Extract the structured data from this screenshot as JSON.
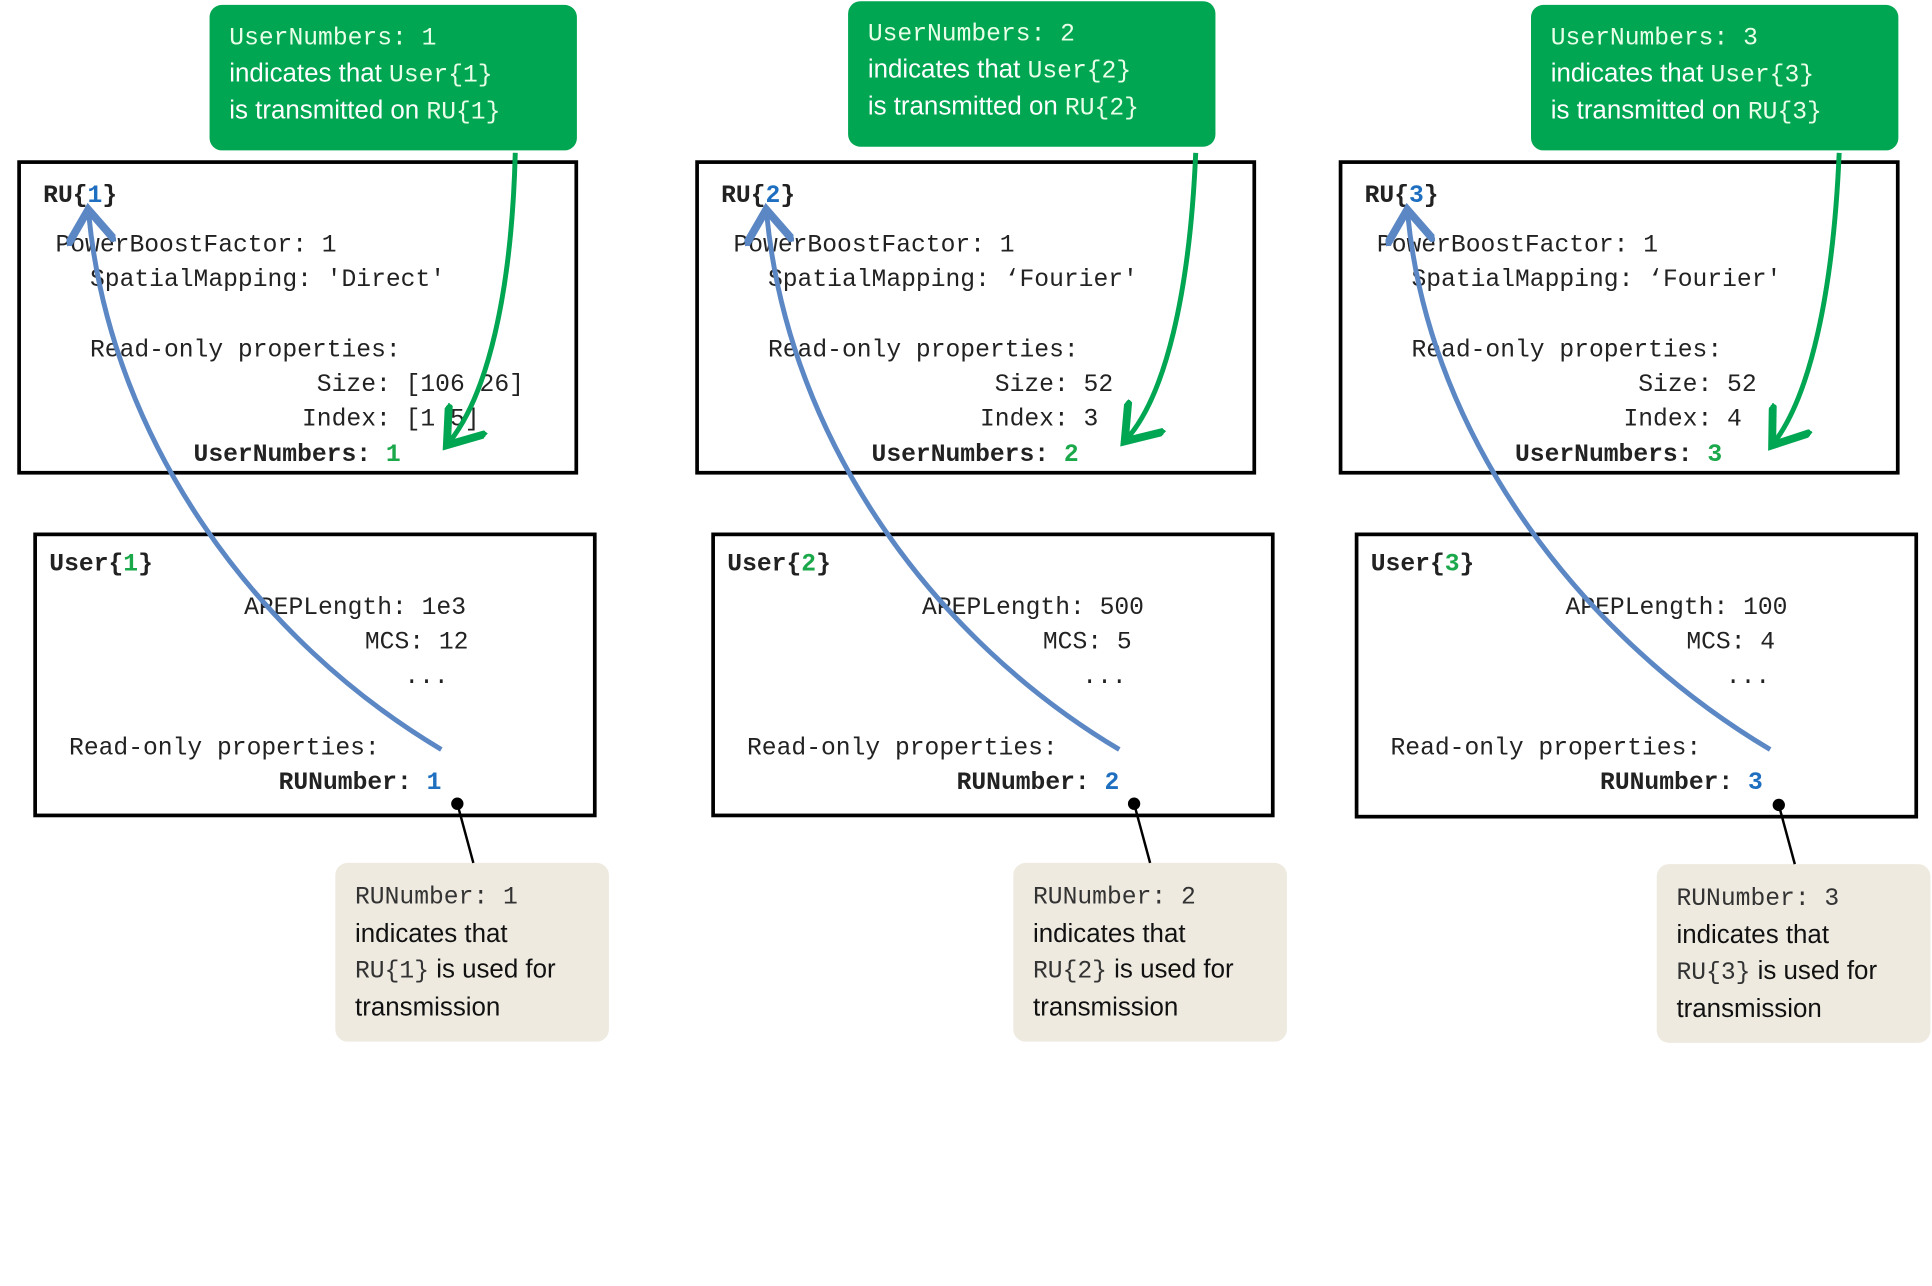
{
  "ru": [
    {
      "title_prefix": "RU{",
      "title_num": "1",
      "title_suffix": "}",
      "power_line": "PowerBoostFactor: 1",
      "spatial_line": "SpatialMapping: 'Direct'",
      "readonly_label": "Read-only properties:",
      "size_line": "Size: [106 26]",
      "index_line": "Index: [1 5]",
      "usernumbers_label": "UserNumbers:",
      "usernumbers_value": "1"
    },
    {
      "title_prefix": "RU{",
      "title_num": "2",
      "title_suffix": "}",
      "power_line": "PowerBoostFactor: 1",
      "spatial_line": "SpatialMapping: ‘Fourier'",
      "readonly_label": "Read-only properties:",
      "size_line": "Size: 52",
      "index_line": "Index: 3",
      "usernumbers_label": "UserNumbers:",
      "usernumbers_value": "2"
    },
    {
      "title_prefix": "RU{",
      "title_num": "3",
      "title_suffix": "}",
      "power_line": "PowerBoostFactor: 1",
      "spatial_line": "SpatialMapping: ‘Fourier'",
      "readonly_label": "Read-only properties:",
      "size_line": "Size: 52",
      "index_line": "Index: 4",
      "usernumbers_label": "UserNumbers:",
      "usernumbers_value": "3"
    }
  ],
  "user": [
    {
      "title_prefix": "User{",
      "title_num": "1",
      "title_suffix": "}",
      "apep_line": "APEPLength: 1e3",
      "mcs_line": "MCS: 12",
      "ellipsis": "...",
      "readonly_label": "Read-only properties:",
      "runumber_label": "RUNumber:",
      "runumber_value": "1"
    },
    {
      "title_prefix": "User{",
      "title_num": "2",
      "title_suffix": "}",
      "apep_line": "APEPLength: 500",
      "mcs_line": "MCS: 5",
      "ellipsis": "...",
      "readonly_label": "Read-only properties:",
      "runumber_label": "RUNumber:",
      "runumber_value": "2"
    },
    {
      "title_prefix": "User{",
      "title_num": "3",
      "title_suffix": "}",
      "apep_line": "APEPLength: 100",
      "mcs_line": "MCS: 4",
      "ellipsis": "...",
      "readonly_label": "Read-only properties:",
      "runumber_label": "RUNumber:",
      "runumber_value": "3"
    }
  ],
  "green_callouts": [
    {
      "code_line": "UserNumbers: 1",
      "text_a": "indicates that ",
      "code_a": "User{1}",
      "text_b": "is transmitted on ",
      "code_b": "RU{1}"
    },
    {
      "code_line": "UserNumbers: 2",
      "text_a": "indicates that ",
      "code_a": "User{2}",
      "text_b": "is transmitted on ",
      "code_b": "RU{2}"
    },
    {
      "code_line": "UserNumbers: 3",
      "text_a": "indicates that ",
      "code_a": "User{3}",
      "text_b": "is transmitted on ",
      "code_b": "RU{3}"
    }
  ],
  "beige_callouts": [
    {
      "code_line": "RUNumber: 1",
      "text_a": "indicates that",
      "code_a": "RU{1}",
      "text_b": " is used for",
      "text_c": "transmission"
    },
    {
      "code_line": "RUNumber: 2",
      "text_a": "indicates that",
      "code_a": "RU{2}",
      "text_b": " is used for",
      "text_c": "transmission"
    },
    {
      "code_line": "RUNumber: 3",
      "text_a": "indicates that",
      "code_a": "RU{3}",
      "text_b": " is used for",
      "text_c": "transmission"
    }
  ],
  "colors": {
    "green": "#00a651",
    "blue_arrow": "#5b87c5",
    "index_blue": "#1f6fc0",
    "index_green": "#1aa84a",
    "beige": "#eeeae0"
  }
}
